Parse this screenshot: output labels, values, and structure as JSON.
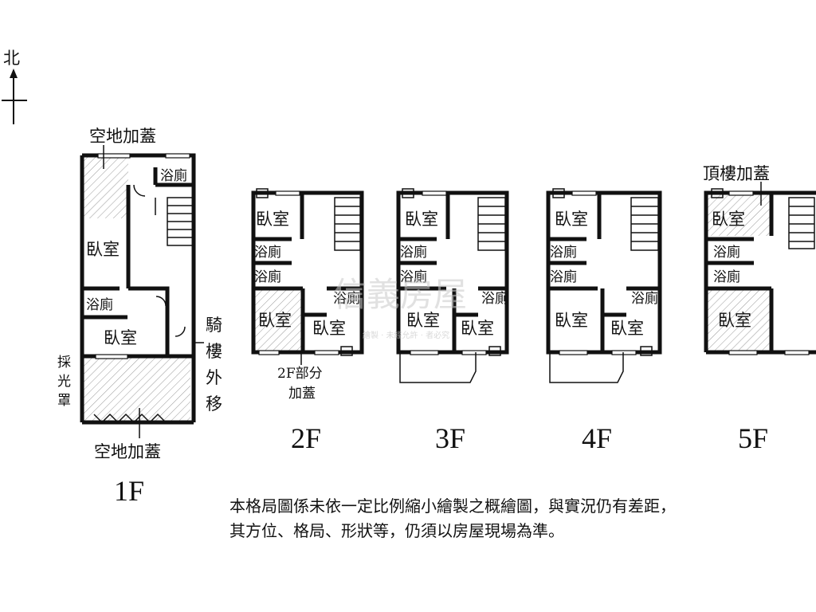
{
  "compass": {
    "label": "北"
  },
  "rooms": {
    "bedroom": "臥室",
    "bath": "浴廁",
    "open_addition": "空地加蓋",
    "roof_addition": "頂樓加蓋",
    "arcade_1": "騎",
    "arcade_2": "樓",
    "arcade_3": "外",
    "arcade_4": "移",
    "skylight_1": "採",
    "skylight_2": "光",
    "skylight_3": "罩",
    "partial_1": "2F部分",
    "partial_2": "加蓋"
  },
  "floors": [
    "1F",
    "2F",
    "3F",
    "4F",
    "5F"
  ],
  "watermark": {
    "brand": "信義房屋",
    "small": "繪製 ‧ 未經允許 ‧ 者必究"
  },
  "note": "本格局圖係未依一定比例縮小繪製之概繪圖，與實況仍有差距，其方位、格局、形狀等，仍須以房屋現場為準。"
}
